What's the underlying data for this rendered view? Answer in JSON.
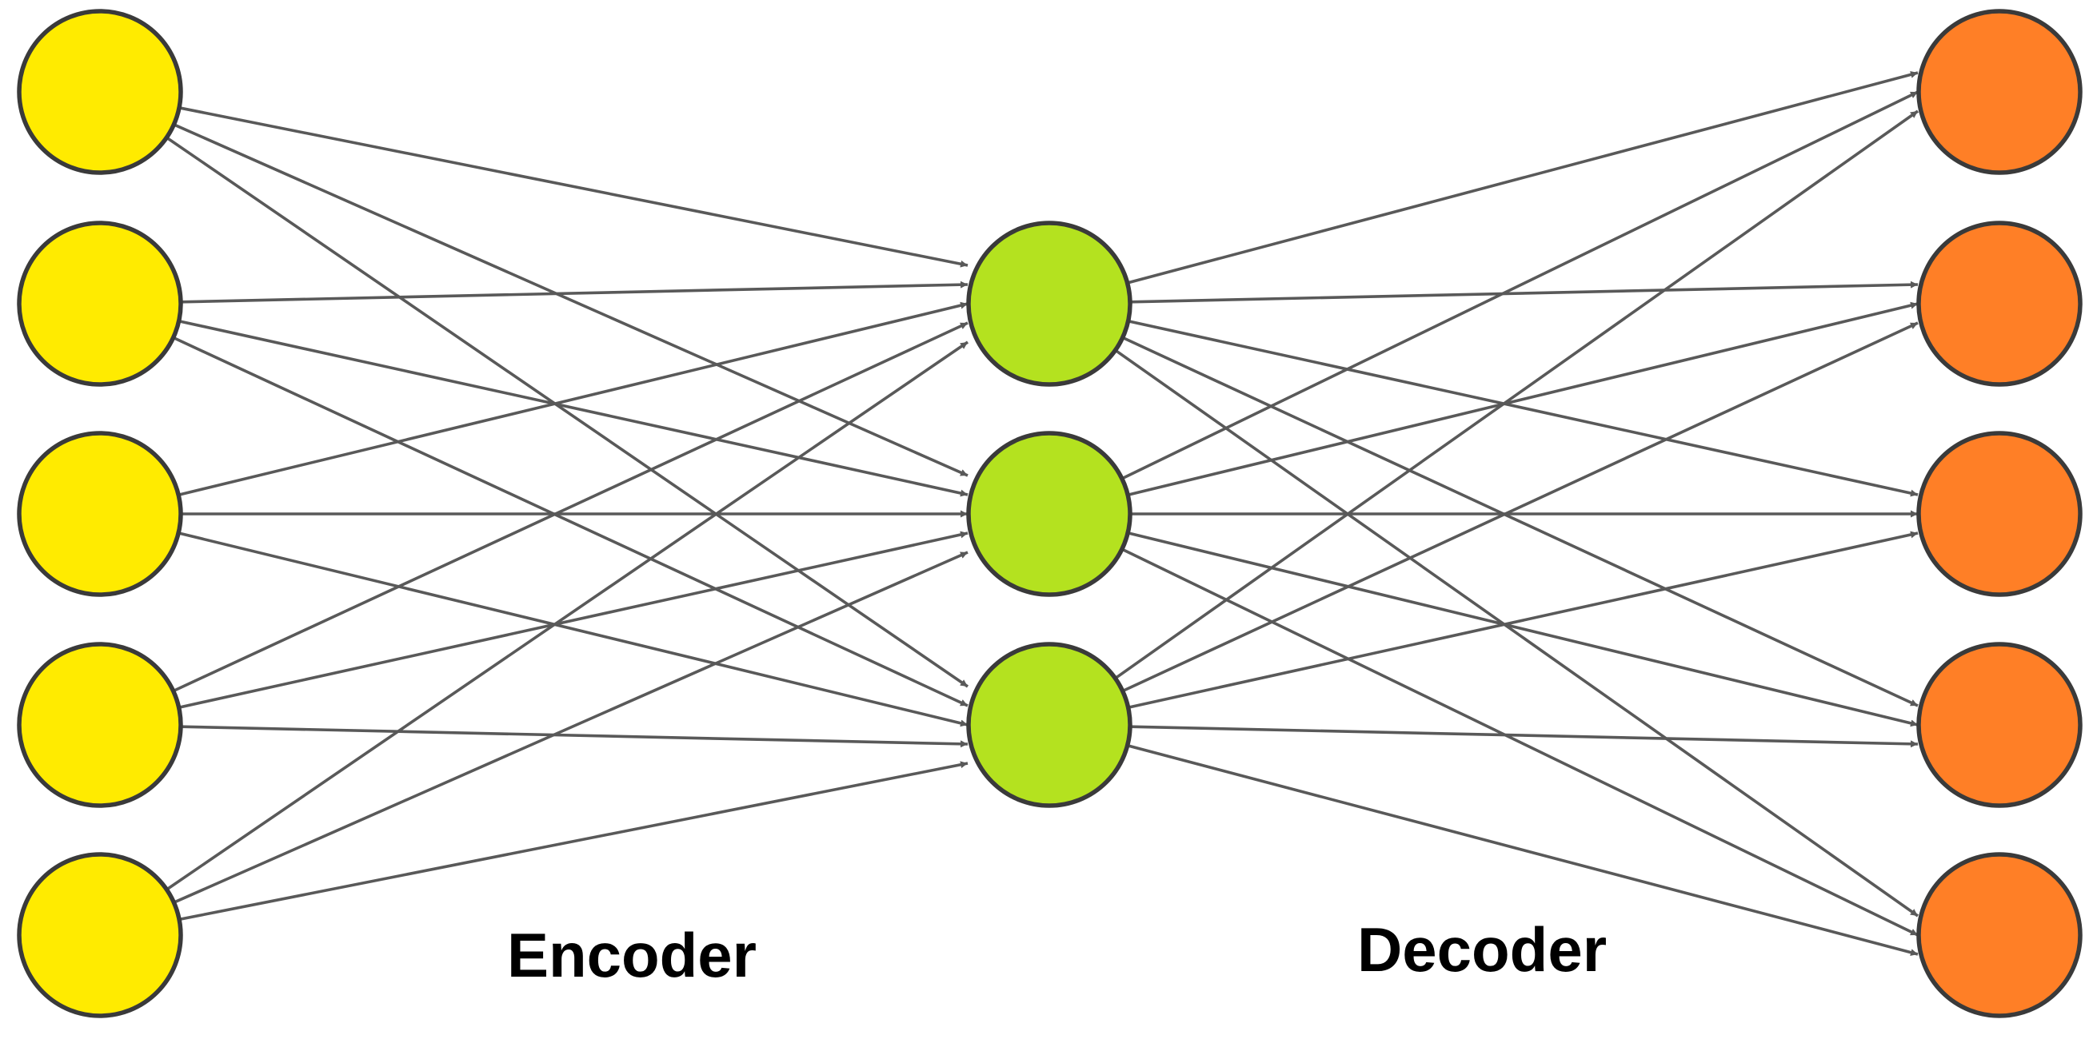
{
  "labels": {
    "encoder": "Encoder",
    "decoder": "Decoder"
  },
  "layers": [
    {
      "id": "input",
      "node_count": 5,
      "color": "#FFEB00"
    },
    {
      "id": "latent",
      "node_count": 3,
      "color": "#B4E21F"
    },
    {
      "id": "output",
      "node_count": 5,
      "color": "#FF7F26"
    }
  ],
  "colors": {
    "edge": "#595959",
    "node_outline": "#3a3a3a",
    "text": "#000000"
  },
  "connectivity": "fully-connected",
  "edge_direction": "left-to-right",
  "edge_marker": "arrowhead"
}
